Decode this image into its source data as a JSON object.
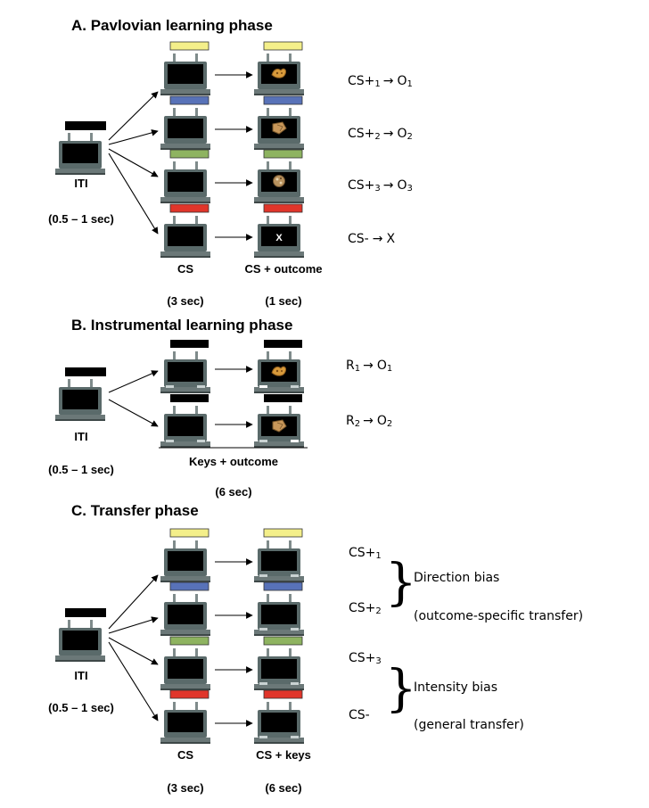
{
  "sections": {
    "a": {
      "title": "A. Pavlovian learning phase",
      "iti": "ITI",
      "iti_time": "(0.5 – 1 sec)",
      "cs": "CS",
      "cs_time": "(3 sec)",
      "outcome": "CS + outcome",
      "outcome_time": "(1 sec)",
      "rules": [
        {
          "cs": "CS+",
          "sub": "1",
          "arrow": "→",
          "out": "O",
          "out_sub": "1"
        },
        {
          "cs": "CS+",
          "sub": "2",
          "arrow": "→",
          "out": "O",
          "out_sub": "2"
        },
        {
          "cs": "CS+",
          "sub": "3",
          "arrow": "→",
          "out": "O",
          "out_sub": "3"
        },
        {
          "cs": "CS-",
          "sub": "",
          "arrow": "→",
          "out": "X",
          "out_sub": ""
        }
      ],
      "x_mark": "X"
    },
    "b": {
      "title": "B. Instrumental learning phase",
      "iti": "ITI",
      "iti_time": "(0.5 – 1 sec)",
      "keys": "Keys + outcome",
      "keys_time": "(6 sec)",
      "rules": [
        {
          "r": "R",
          "sub": "1",
          "arrow": "→",
          "out": "O",
          "out_sub": "1"
        },
        {
          "r": "R",
          "sub": "2",
          "arrow": "→",
          "out": "O",
          "out_sub": "2"
        }
      ]
    },
    "c": {
      "title": "C. Transfer phase",
      "iti": "ITI",
      "iti_time": "(0.5 – 1 sec)",
      "cs": "CS",
      "cs_time": "(3 sec)",
      "keys": "CS + keys",
      "keys_time": "(6 sec)",
      "labels": [
        {
          "cs": "CS+",
          "sub": "1"
        },
        {
          "cs": "CS+",
          "sub": "2"
        },
        {
          "cs": "CS+",
          "sub": "3"
        },
        {
          "cs": "CS-",
          "sub": ""
        }
      ],
      "direction": "Direction bias",
      "direction_note": "(outcome-specific transfer)",
      "intensity": "Intensity bias",
      "intensity_note": "(general transfer)"
    }
  },
  "colors": {
    "yellow": "#f4ef8a",
    "blue": "#5872b8",
    "green": "#8eb360",
    "red": "#e0352a",
    "machine": "#5a6a6a",
    "screen": "#000000"
  }
}
